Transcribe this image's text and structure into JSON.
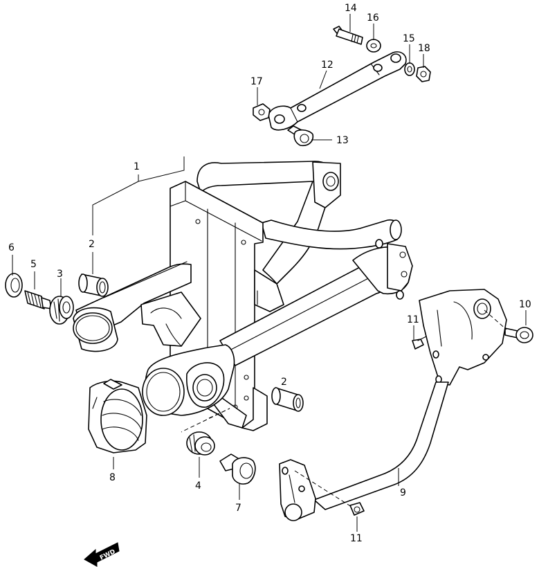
{
  "callouts": {
    "c1": "1",
    "c2a": "2",
    "c2b": "2",
    "c3": "3",
    "c4": "4",
    "c5": "5",
    "c6": "6",
    "c7": "7",
    "c8": "8",
    "c9": "9",
    "c10": "10",
    "c11a": "11",
    "c11b": "11",
    "c12": "12",
    "c13": "13",
    "c14": "14",
    "c15": "15",
    "c16": "16",
    "c17": "17",
    "c18": "18"
  },
  "fwd_badge": "FWD"
}
